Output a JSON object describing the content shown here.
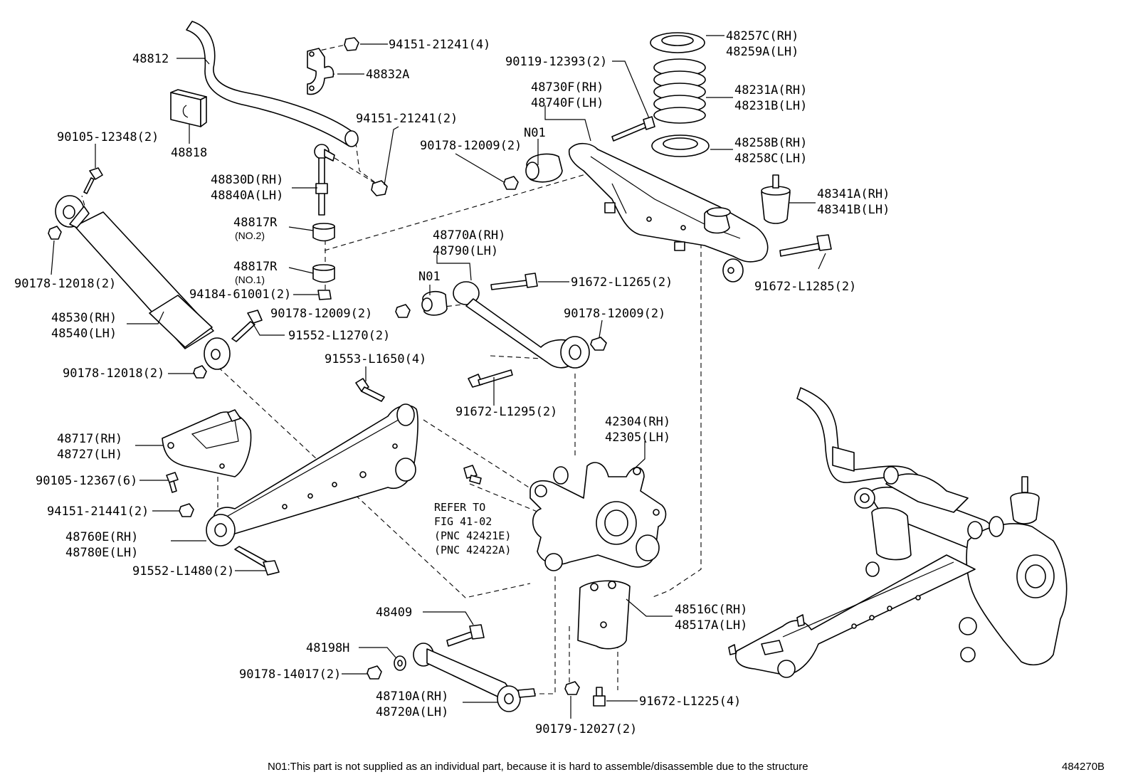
{
  "labels": {
    "p48812": "48812",
    "p48818": "48818",
    "p94151_a": "94151-21241(4)",
    "p48832A": "48832A",
    "p94151_b": "94151-21241(2)",
    "p90105_a": "90105-12348(2)",
    "p48830D": "48830D(RH)",
    "p48840A": "48840A(LH)",
    "p48817R_2": "48817R",
    "no2": "(NO.2)",
    "p48817R_1": "48817R",
    "no1": "(NO.1)",
    "p94184": "94184-61001(2)",
    "p90178_a": "90178-12018(2)",
    "p48530": "48530(RH)",
    "p48540": "48540(LH)",
    "p91552_a": "91552-L1270(2)",
    "p90178_b": "90178-12018(2)",
    "p91553": "91553-L1650(4)",
    "p48717": "48717(RH)",
    "p48727": "48727(LH)",
    "p90105_b": "90105-12367(6)",
    "p94151_c": "94151-21441(2)",
    "p48760E": "48760E(RH)",
    "p48780E": "48780E(LH)",
    "p91552_b": "91552-L1480(2)",
    "p48257C": "48257C(RH)",
    "p48259A": "48259A(LH)",
    "p90119": "90119-12393(2)",
    "p48730F": "48730F(RH)",
    "p48740F": "48740F(LH)",
    "n01_a": "N01",
    "p90178_c": "90178-12009(2)",
    "p48231A": "48231A(RH)",
    "p48231B": "48231B(LH)",
    "p48258B": "48258B(RH)",
    "p48258C": "48258C(LH)",
    "p48341A": "48341A(RH)",
    "p48341B": "48341B(LH)",
    "p91672_a": "91672-L1285(2)",
    "p48770A": "48770A(RH)",
    "p48790": "48790(LH)",
    "n01_b": "N01",
    "p91672_b": "91672-L1265(2)",
    "p90178_d": "90178-12009(2)",
    "p90178_e": "90178-12009(2)",
    "p91672_c": "91672-L1295(2)",
    "p42304": "42304(RH)",
    "p42305": "42305(LH)",
    "ref1": "REFER TO",
    "ref2": "FIG 41-02",
    "ref3": "(PNC 42421E)",
    "ref4": "(PNC 42422A)",
    "p48516C": "48516C(RH)",
    "p48517A": "48517A(LH)",
    "p48409": "48409",
    "p48198H": "48198H",
    "p90178_f": "90178-14017(2)",
    "p48710A": "48710A(RH)",
    "p48720A": "48720A(LH)",
    "p91672_d": "91672-L1225(4)",
    "p90179": "90179-12027(2)"
  },
  "footnote": "N01:This part is not supplied as an individual part, because it is hard to assemble/disassemble due to the structure",
  "figure_code": "484270B"
}
